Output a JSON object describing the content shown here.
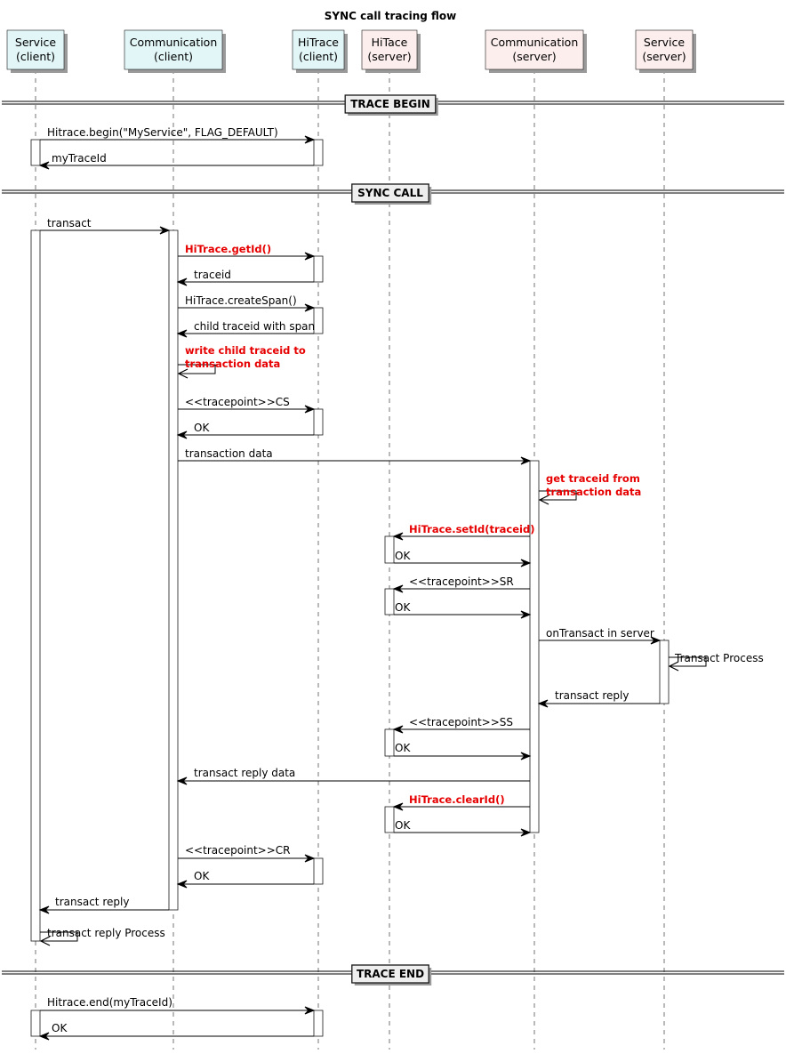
{
  "title": "SYNC call tracing flow",
  "colors": {
    "client_box": "#E2F6F8",
    "server_box": "#FDEEEE",
    "highlight": "#E60000",
    "line": "#000000",
    "box_border": "#181818"
  },
  "participants": [
    {
      "id": "svc_c",
      "line1": "Service",
      "line2": "(client)",
      "side": "client"
    },
    {
      "id": "com_c",
      "line1": "Communication",
      "line2": "(client)",
      "side": "client"
    },
    {
      "id": "ht_c",
      "line1": "HiTrace",
      "line2": "(client)",
      "side": "client"
    },
    {
      "id": "ht_s",
      "line1": "HiTace",
      "line2": "(server)",
      "side": "server"
    },
    {
      "id": "com_s",
      "line1": "Communication",
      "line2": "(server)",
      "side": "server"
    },
    {
      "id": "svc_s",
      "line1": "Service",
      "line2": "(server)",
      "side": "server"
    }
  ],
  "dividers": [
    {
      "id": "begin",
      "label": "TRACE BEGIN"
    },
    {
      "id": "sync",
      "label": "SYNC CALL"
    },
    {
      "id": "end",
      "label": "TRACE END"
    }
  ],
  "messages": [
    {
      "from": "svc_c",
      "to": "ht_c",
      "label": [
        "Hitrace.begin(\"MyService\", FLAG_DEFAULT)"
      ]
    },
    {
      "from": "ht_c",
      "to": "svc_c",
      "label": [
        "myTraceId"
      ]
    },
    {
      "from": "svc_c",
      "to": "com_c",
      "label": [
        "transact"
      ]
    },
    {
      "from": "com_c",
      "to": "ht_c",
      "label": [
        "HiTrace.getId()"
      ],
      "highlight": true
    },
    {
      "from": "ht_c",
      "to": "com_c",
      "label": [
        "traceid"
      ]
    },
    {
      "from": "com_c",
      "to": "ht_c",
      "label": [
        "HiTrace.createSpan()"
      ]
    },
    {
      "from": "ht_c",
      "to": "com_c",
      "label": [
        "child traceid with span"
      ]
    },
    {
      "from": "com_c",
      "to": "com_c",
      "label": [
        "write child traceid to",
        " transaction data"
      ],
      "highlight": true
    },
    {
      "from": "com_c",
      "to": "ht_c",
      "label": [
        "<<tracepoint>>CS"
      ]
    },
    {
      "from": "ht_c",
      "to": "com_c",
      "label": [
        "OK"
      ]
    },
    {
      "from": "com_c",
      "to": "com_s",
      "label": [
        "transaction data"
      ]
    },
    {
      "from": "com_s",
      "to": "com_s",
      "label": [
        "get traceid from",
        " transaction data"
      ],
      "highlight": true
    },
    {
      "from": "com_s",
      "to": "ht_s",
      "label": [
        "HiTrace.setId(traceid)"
      ],
      "highlight": true
    },
    {
      "from": "ht_s",
      "to": "com_s",
      "label": [
        "OK"
      ]
    },
    {
      "from": "com_s",
      "to": "ht_s",
      "label": [
        "<<tracepoint>>SR"
      ]
    },
    {
      "from": "ht_s",
      "to": "com_s",
      "label": [
        "OK"
      ]
    },
    {
      "from": "com_s",
      "to": "svc_s",
      "label": [
        "onTransact in server"
      ]
    },
    {
      "from": "svc_s",
      "to": "svc_s",
      "label": [
        "Transact Process"
      ]
    },
    {
      "from": "svc_s",
      "to": "com_s",
      "label": [
        "transact reply"
      ]
    },
    {
      "from": "com_s",
      "to": "ht_s",
      "label": [
        "<<tracepoint>>SS"
      ]
    },
    {
      "from": "ht_s",
      "to": "com_s",
      "label": [
        "OK"
      ]
    },
    {
      "from": "com_s",
      "to": "com_c",
      "label": [
        "transact reply data"
      ]
    },
    {
      "from": "com_s",
      "to": "ht_s",
      "label": [
        "HiTrace.clearId()"
      ],
      "highlight": true
    },
    {
      "from": "ht_s",
      "to": "com_s",
      "label": [
        "OK"
      ]
    },
    {
      "from": "com_c",
      "to": "ht_c",
      "label": [
        "<<tracepoint>>CR"
      ]
    },
    {
      "from": "ht_c",
      "to": "com_c",
      "label": [
        "OK"
      ]
    },
    {
      "from": "com_c",
      "to": "svc_c",
      "label": [
        "transact reply"
      ]
    },
    {
      "from": "svc_c",
      "to": "svc_c",
      "label": [
        "transact reply Process"
      ]
    },
    {
      "from": "svc_c",
      "to": "ht_c",
      "label": [
        "Hitrace.end(myTraceId)"
      ]
    },
    {
      "from": "ht_c",
      "to": "svc_c",
      "label": [
        "OK"
      ]
    }
  ]
}
